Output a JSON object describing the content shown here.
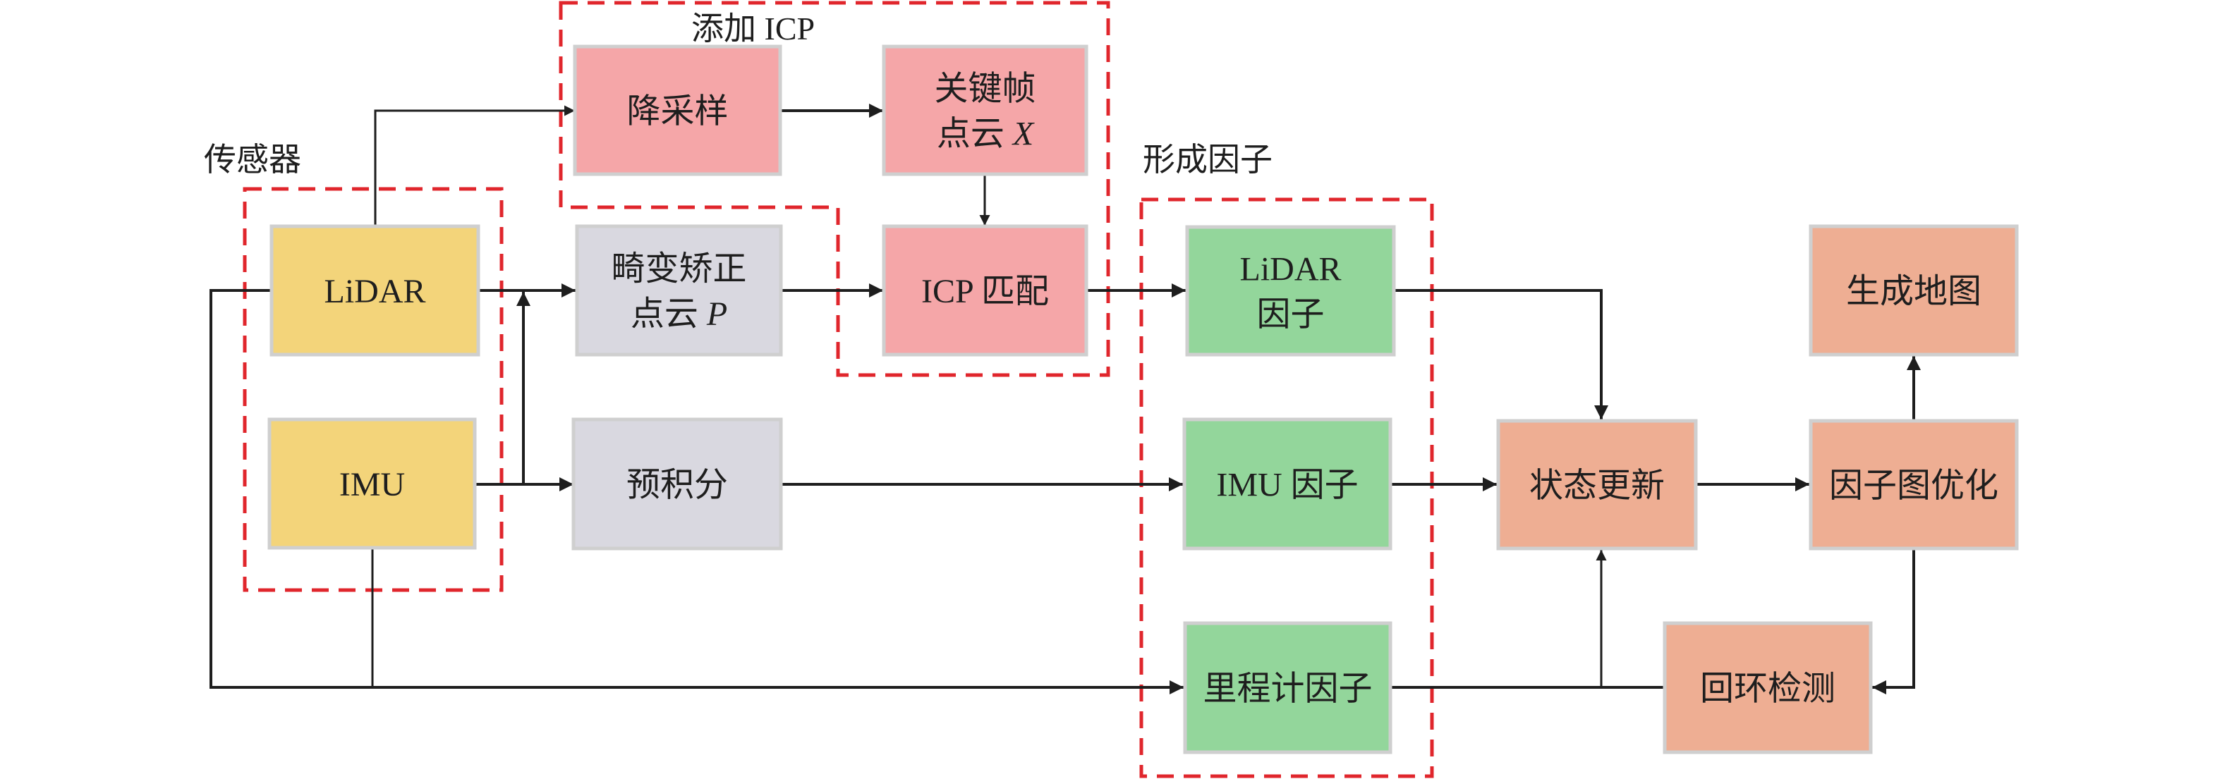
{
  "diagram": {
    "colors": {
      "sensor": "#f3d47a",
      "process": "#d9d8e0",
      "icp": "#f5a6a8",
      "factor": "#93d69b",
      "backend": "#eeae93",
      "group_outline": "#e0262c",
      "edge": "#1e1e1e"
    },
    "groups": {
      "sensor": {
        "label": "传感器"
      },
      "icp": {
        "label": "添加 ICP"
      },
      "factor": {
        "label": "形成因子"
      }
    },
    "nodes": {
      "lidar": {
        "lines": [
          "LiDAR"
        ],
        "category": "sensor"
      },
      "imu": {
        "lines": [
          "IMU"
        ],
        "category": "sensor"
      },
      "downsample": {
        "lines": [
          "降采样"
        ],
        "category": "icp"
      },
      "keyframe": {
        "lines": [
          "关键帧",
          "点云 "
        ],
        "variable": "X",
        "category": "icp"
      },
      "deskew": {
        "lines": [
          "畸变矫正",
          "点云 "
        ],
        "variable": "P",
        "category": "process"
      },
      "icp_match": {
        "lines": [
          "ICP 匹配"
        ],
        "category": "icp"
      },
      "preintegration": {
        "lines": [
          "预积分"
        ],
        "category": "process"
      },
      "lidar_factor": {
        "lines": [
          "LiDAR",
          "因子"
        ],
        "category": "factor"
      },
      "imu_factor": {
        "lines": [
          "IMU 因子"
        ],
        "category": "factor"
      },
      "odom_factor": {
        "lines": [
          "里程计因子"
        ],
        "category": "factor"
      },
      "state_update": {
        "lines": [
          "状态更新"
        ],
        "category": "backend"
      },
      "graph_opt": {
        "lines": [
          "因子图优化"
        ],
        "category": "backend"
      },
      "map_gen": {
        "lines": [
          "生成地图"
        ],
        "category": "backend"
      },
      "loop_closure": {
        "lines": [
          "回环检测"
        ],
        "category": "backend"
      }
    },
    "edges": [
      {
        "from": "lidar",
        "to": "downsample"
      },
      {
        "from": "downsample",
        "to": "keyframe"
      },
      {
        "from": "keyframe",
        "to": "icp_match"
      },
      {
        "from": "lidar",
        "to": "deskew"
      },
      {
        "from": "imu",
        "to": "deskew"
      },
      {
        "from": "deskew",
        "to": "icp_match"
      },
      {
        "from": "icp_match",
        "to": "lidar_factor"
      },
      {
        "from": "imu",
        "to": "preintegration"
      },
      {
        "from": "preintegration",
        "to": "imu_factor"
      },
      {
        "from": "lidar",
        "to": "odom_factor"
      },
      {
        "from": "imu",
        "to": "odom_factor"
      },
      {
        "from": "lidar_factor",
        "to": "state_update"
      },
      {
        "from": "imu_factor",
        "to": "state_update"
      },
      {
        "from": "odom_factor",
        "to": "state_update"
      },
      {
        "from": "loop_closure",
        "to": "state_update"
      },
      {
        "from": "state_update",
        "to": "graph_opt"
      },
      {
        "from": "graph_opt",
        "to": "map_gen"
      },
      {
        "from": "graph_opt",
        "to": "loop_closure"
      }
    ]
  }
}
